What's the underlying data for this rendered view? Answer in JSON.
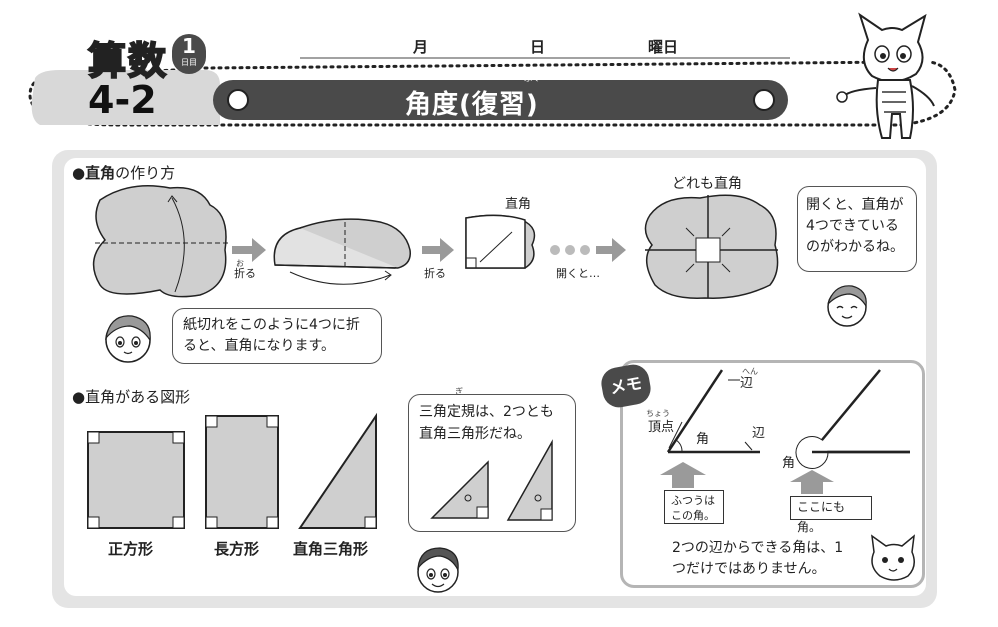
{
  "header": {
    "subject": "算数",
    "day_number": "1",
    "day_unit": "日目",
    "unit_code": "4-2",
    "month_label": "月",
    "day_label": "日",
    "weekday_label": "曜日",
    "title": "角度(復習)",
    "title_ruby": "ふく"
  },
  "section1": {
    "heading_bold": "直角",
    "heading_rest": "の作り方",
    "step_ruby": "お",
    "fold_label_1": "折る",
    "fold_label_2": "折る",
    "open_label": "開くと…",
    "right_angle_label": "直角",
    "all_right_label": "どれも直角",
    "speech_open": "開くと、直角が4つできているのがわかるね。",
    "speech_girl": "紙切れをこのように4つに折ると、直角になります。"
  },
  "section2": {
    "heading": "直角がある図形",
    "shape_1": "正方形",
    "shape_2": "長方形",
    "shape_3": "直角三角形",
    "speech_boy": "三角定規は、2つとも直角三角形だね。",
    "speech_boy_ruby": "ぎ"
  },
  "memo": {
    "badge": "メモ",
    "side_label_top": "辺",
    "side_ruby": "へん",
    "vertex_label": "頂点",
    "vertex_ruby": "ちょう",
    "angle_label": "角",
    "side_label_bottom": "辺",
    "angle_label_2": "角",
    "box_normal": "ふつうはこの角。",
    "box_also": "ここにも角。",
    "note": "2つの辺からできる角は、1つだけではありません。"
  },
  "colors": {
    "gray_fill": "#cfcfcf",
    "dark": "#4a4a4a",
    "panel_border": "#b5b5b5"
  }
}
